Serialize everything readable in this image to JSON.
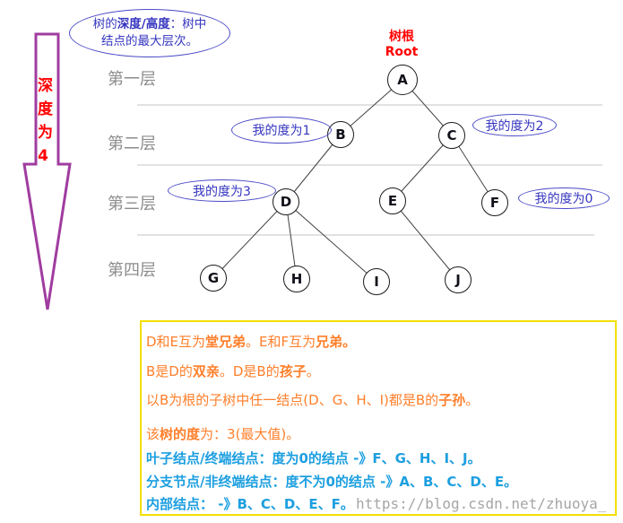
{
  "bubble": {
    "l1a": "树的",
    "l1b": "深度/高度",
    "l1c": "：树中",
    "l2": "结点的最大层次。"
  },
  "depth_label": "深度为4",
  "root": {
    "cn": "树根",
    "en": "Root"
  },
  "levels": [
    {
      "label": "第一层"
    },
    {
      "label": "第二层"
    },
    {
      "label": "第三层"
    },
    {
      "label": "第四层"
    }
  ],
  "nodes": [
    {
      "label": "A"
    },
    {
      "label": "B"
    },
    {
      "label": "C"
    },
    {
      "label": "D"
    },
    {
      "label": "E"
    },
    {
      "label": "F"
    },
    {
      "label": "G"
    },
    {
      "label": "H"
    },
    {
      "label": "I"
    },
    {
      "label": "J"
    }
  ],
  "notes": [
    {
      "text": "我的度为1"
    },
    {
      "text": "我的度为2"
    },
    {
      "text": "我的度为3"
    },
    {
      "text": "我的度为0"
    }
  ],
  "box": {
    "lines": [
      {
        "s": [
          {
            "t": "D和E互为"
          },
          {
            "t": "堂兄弟"
          },
          {
            "t": "。E和F互为"
          },
          {
            "t": "兄弟。"
          }
        ]
      },
      {
        "s": [
          {
            "t": "B是D的"
          },
          {
            "t": "双亲"
          },
          {
            "t": "。D是B的"
          },
          {
            "t": "孩子"
          },
          {
            "t": "。"
          }
        ]
      },
      {
        "s": [
          {
            "t": "以B为根的子树中任一结点(D、G、H、I)都是B的"
          },
          {
            "t": "子孙"
          },
          {
            "t": "。"
          }
        ]
      },
      {
        "s": [
          {
            "t": "该"
          },
          {
            "t": "树的度"
          },
          {
            "t": "为：3(最大值)。"
          }
        ]
      },
      {
        "s": [
          {
            "t": "叶子结点/终端结点：度为0的结点  -》F、G、H、I、J。"
          }
        ]
      },
      {
        "s": [
          {
            "t": "分支节点/非终端结点：度不为0的结点 -》A、B、C、D、E。"
          }
        ]
      },
      {
        "s": [
          {
            "t": "内部结点： -》B、C、D、E、F。"
          }
        ]
      }
    ]
  },
  "watermark": "https://blog.csdn.net/zhuoya_",
  "colors": {
    "annotation_blue": "#3535C0",
    "box_blue": "#1D9FE0",
    "orange": "#FF7F2B",
    "red": "#FF0000",
    "purple": "#A03CA0",
    "yellow_border": "#F3DF00",
    "level_gray": "#8C8C8C",
    "line_gray": "#C6C6C6",
    "watermark_gray": "#A6A6A6"
  }
}
